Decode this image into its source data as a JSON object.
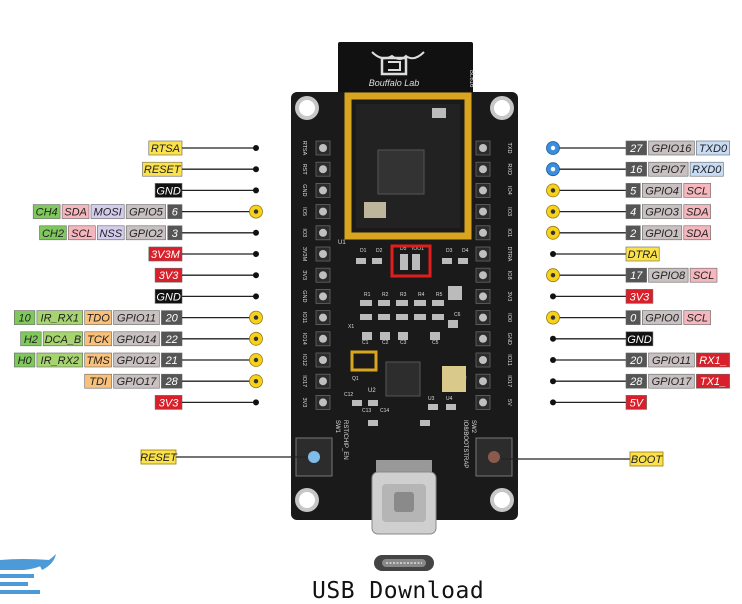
{
  "board": {
    "logo_text": "Bouffalo Lab",
    "module_label_1": "BL616",
    "module_label_2": "U1",
    "chip_label": "U2",
    "left_silk": [
      "RTSA",
      "RST",
      "GND",
      "IO5",
      "IO3",
      "3V3M",
      "3V3",
      "GND",
      "IO11",
      "IO14",
      "IO12",
      "IO17",
      "3V3"
    ],
    "right_silk": [
      "TXD",
      "RXD",
      "IO4",
      "IO3",
      "IO1",
      "DTRA",
      "IO8",
      "3V3",
      "IO0",
      "GND",
      "IO11",
      "IO17",
      "5V"
    ],
    "reset_silk": "RST/CHIP_EN",
    "boot_silk": "IO8/BOOTSTRAP",
    "sw_left": "SW1",
    "sw_right": "SW2",
    "small_silk": [
      "D1",
      "D2",
      "D3",
      "D4",
      "D5",
      "R1",
      "R2",
      "R3",
      "R4",
      "R5",
      "C1",
      "C2",
      "C3",
      "C5",
      "C6",
      "C12",
      "C13",
      "C14",
      "U3",
      "U4",
      "Q1",
      "Q2",
      "X1",
      "IOO1"
    ]
  },
  "left_pins": [
    {
      "labels": [
        {
          "text": "RTSA",
          "kind": "ctrl"
        }
      ],
      "marker": "dot"
    },
    {
      "labels": [
        {
          "text": "RESET",
          "kind": "ctrl"
        }
      ],
      "marker": "dot"
    },
    {
      "labels": [
        {
          "text": "GND",
          "kind": "gnd"
        }
      ],
      "marker": "dot"
    },
    {
      "labels": [
        {
          "text": "CH4",
          "kind": "pwm"
        },
        {
          "text": "SDA",
          "kind": "i2c"
        },
        {
          "text": "MOSI",
          "kind": "spi"
        },
        {
          "text": "GPIO5",
          "kind": "gpio"
        },
        {
          "text": "6",
          "kind": "num"
        }
      ],
      "marker": "io"
    },
    {
      "labels": [
        {
          "text": "CH2",
          "kind": "pwm"
        },
        {
          "text": "SCL",
          "kind": "i2c"
        },
        {
          "text": "NSS",
          "kind": "spi"
        },
        {
          "text": "GPIO2",
          "kind": "gpio"
        },
        {
          "text": "3",
          "kind": "num"
        }
      ],
      "marker": "dot"
    },
    {
      "labels": [
        {
          "text": "3V3M",
          "kind": "pwr"
        }
      ],
      "marker": "dot"
    },
    {
      "labels": [
        {
          "text": "3V3",
          "kind": "pwr"
        }
      ],
      "marker": "dot"
    },
    {
      "labels": [
        {
          "text": "GND",
          "kind": "gnd"
        }
      ],
      "marker": "dot"
    },
    {
      "labels": [
        {
          "text": "10",
          "kind": "pwm"
        },
        {
          "text": "IR_RX1",
          "kind": "ir"
        },
        {
          "text": "TDO",
          "kind": "jtag"
        },
        {
          "text": "GPIO11",
          "kind": "gpio"
        },
        {
          "text": "20",
          "kind": "num"
        }
      ],
      "marker": "io"
    },
    {
      "labels": [
        {
          "text": "H2",
          "kind": "pwm"
        },
        {
          "text": "DCA_B",
          "kind": "ir"
        },
        {
          "text": "TCK",
          "kind": "jtag"
        },
        {
          "text": "GPIO14",
          "kind": "gpio"
        },
        {
          "text": "22",
          "kind": "num"
        }
      ],
      "marker": "io"
    },
    {
      "labels": [
        {
          "text": "H0",
          "kind": "pwm"
        },
        {
          "text": "IR_RX2",
          "kind": "ir"
        },
        {
          "text": "TMS",
          "kind": "jtag"
        },
        {
          "text": "GPIO12",
          "kind": "gpio"
        },
        {
          "text": "21",
          "kind": "num"
        }
      ],
      "marker": "io"
    },
    {
      "labels": [
        {
          "text": "TDI",
          "kind": "jtag"
        },
        {
          "text": "GPIO17",
          "kind": "gpio"
        },
        {
          "text": "28",
          "kind": "num"
        }
      ],
      "marker": "io"
    },
    {
      "labels": [
        {
          "text": "3V3",
          "kind": "pwr"
        }
      ],
      "marker": "dot"
    }
  ],
  "right_pins": [
    {
      "labels": [
        {
          "text": "27",
          "kind": "num"
        },
        {
          "text": "GPIO16",
          "kind": "gpio"
        },
        {
          "text": "TXD0",
          "kind": "uart"
        }
      ],
      "marker": "uart"
    },
    {
      "labels": [
        {
          "text": "16",
          "kind": "num"
        },
        {
          "text": "GPIO7",
          "kind": "gpio"
        },
        {
          "text": "RXD0",
          "kind": "uart"
        }
      ],
      "marker": "uart"
    },
    {
      "labels": [
        {
          "text": "5",
          "kind": "num"
        },
        {
          "text": "GPIO4",
          "kind": "gpio"
        },
        {
          "text": "SCL",
          "kind": "i2c"
        }
      ],
      "marker": "io"
    },
    {
      "labels": [
        {
          "text": "4",
          "kind": "num"
        },
        {
          "text": "GPIO3",
          "kind": "gpio"
        },
        {
          "text": "SDA",
          "kind": "i2c"
        }
      ],
      "marker": "io"
    },
    {
      "labels": [
        {
          "text": "2",
          "kind": "num"
        },
        {
          "text": "GPIO1",
          "kind": "gpio"
        },
        {
          "text": "SDA",
          "kind": "i2c"
        }
      ],
      "marker": "io"
    },
    {
      "labels": [
        {
          "text": "DTRA",
          "kind": "ctrl"
        }
      ],
      "marker": "dot"
    },
    {
      "labels": [
        {
          "text": "17",
          "kind": "num"
        },
        {
          "text": "GPIO8",
          "kind": "gpio"
        },
        {
          "text": "SCL",
          "kind": "i2c"
        }
      ],
      "marker": "io"
    },
    {
      "labels": [
        {
          "text": "3V3",
          "kind": "pwr"
        }
      ],
      "marker": "dot"
    },
    {
      "labels": [
        {
          "text": "0",
          "kind": "num"
        },
        {
          "text": "GPIO0",
          "kind": "gpio"
        },
        {
          "text": "SCL",
          "kind": "i2c"
        }
      ],
      "marker": "io"
    },
    {
      "labels": [
        {
          "text": "GND",
          "kind": "gnd"
        }
      ],
      "marker": "dot"
    },
    {
      "labels": [
        {
          "text": "20",
          "kind": "num"
        },
        {
          "text": "GPIO11",
          "kind": "gpio"
        },
        {
          "text": "RX1_",
          "kind": "pwr"
        }
      ],
      "marker": "dot"
    },
    {
      "labels": [
        {
          "text": "28",
          "kind": "num"
        },
        {
          "text": "GPIO17",
          "kind": "gpio"
        },
        {
          "text": "TX1_",
          "kind": "pwr"
        }
      ],
      "marker": "dot"
    },
    {
      "labels": [
        {
          "text": "5V",
          "kind": "pwr"
        }
      ],
      "marker": "dot"
    }
  ],
  "reset_button": {
    "label": "RESET"
  },
  "boot_button": {
    "label": "BOOT"
  },
  "usb_caption": "USB Download",
  "colors": {
    "ctrl": "#fbe14a",
    "gnd": "#111111",
    "pwr": "#d8202a",
    "gpio": "#c9c1c1",
    "num": "#555555",
    "pwm": "#7fc95c",
    "i2c": "#f5b7bd",
    "spi": "#d4ccec",
    "jtag": "#f9c07a",
    "ir": "#a6d46f",
    "uart": "#c8dcf5",
    "io_marker": "#f6d21c",
    "uart_marker": "#3b8ede",
    "pcb": "#191919",
    "gold": "#d9a520",
    "highlight": "#e11d1d"
  }
}
